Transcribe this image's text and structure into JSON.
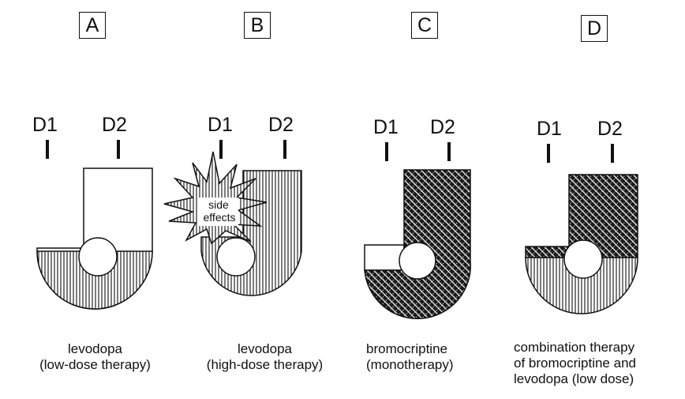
{
  "panels": [
    {
      "letter": "A",
      "receptors": {
        "d1": "D1",
        "d2": "D2"
      },
      "caption": [
        "levodopa",
        "(low-dose therapy)"
      ]
    },
    {
      "letter": "B",
      "receptors": {
        "d1": "D1",
        "d2": "D2"
      },
      "burst": [
        "side",
        "effects"
      ],
      "caption": [
        "levodopa",
        "(high-dose therapy)"
      ]
    },
    {
      "letter": "C",
      "receptors": {
        "d1": "D1",
        "d2": "D2"
      },
      "caption": [
        "bromocriptine",
        "(monotherapy)"
      ]
    },
    {
      "letter": "D",
      "receptors": {
        "d1": "D1",
        "d2": "D2"
      },
      "caption": [
        "combination therapy",
        "of bromocriptine and",
        "levodopa (low dose)"
      ]
    }
  ],
  "colors": {
    "ink": "#111111",
    "background": "#ffffff"
  }
}
